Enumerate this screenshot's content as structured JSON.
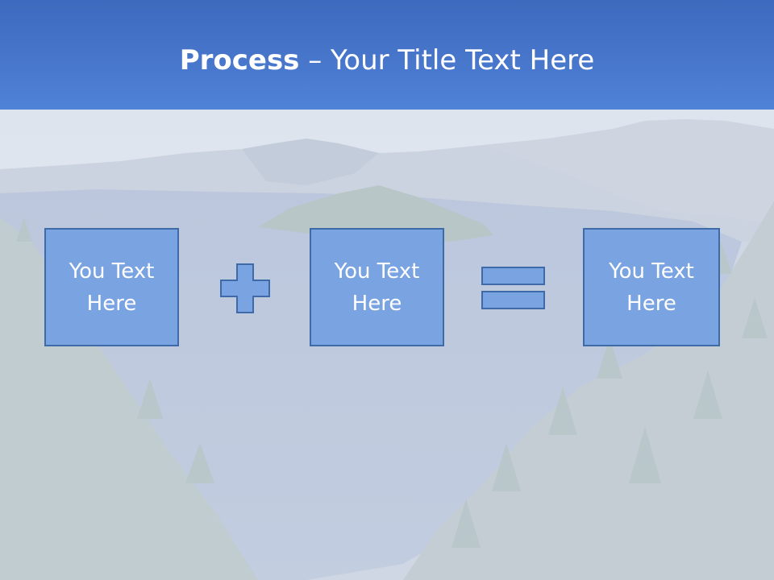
{
  "slide": {
    "title_bold": "Process",
    "title_rest": " – Your Title Text Here",
    "boxes": [
      {
        "label": "You Text\nHere"
      },
      {
        "label": "You Text\nHere"
      },
      {
        "label": "You Text\nHere"
      }
    ],
    "operators": [
      "plus-icon",
      "equals-icon"
    ],
    "background": "mountain lake photo (faded)",
    "colors": {
      "title_bar": "#4776cb",
      "box_fill": "#7aa3e2",
      "box_border": "#3f6aa8",
      "text": "#ffffff"
    }
  }
}
